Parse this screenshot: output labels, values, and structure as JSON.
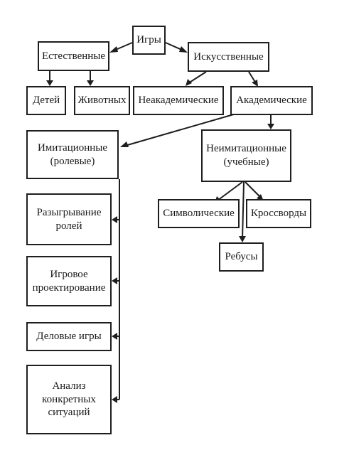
{
  "diagram": {
    "nodes": {
      "igry": "Игры",
      "estestvennye": "Естественные",
      "iskusstvennye": "Искусственные",
      "detey": "Детей",
      "zhivotnyh": "Животных",
      "neakademicheskie": "Неакадемические",
      "akademicheskie": "Академические",
      "imitacionnye": "Имитационные\n(ролевые)",
      "neimitacionnye": "Неимитационные\n(учебные)",
      "razygryvanie": "Разыгрывание\nролей",
      "igrovoe": "Игровое\nпроектирование",
      "delovye": "Деловые игры",
      "analiz": "Анализ\nконкретных\nситуаций",
      "simvolicheskie": "Символические",
      "krossvordy": "Кроссворды",
      "rebusy": "Ребусы"
    },
    "colors": {
      "line": "#1e1e1e",
      "text": "#1a1a1a",
      "background": "#ffffff"
    }
  }
}
